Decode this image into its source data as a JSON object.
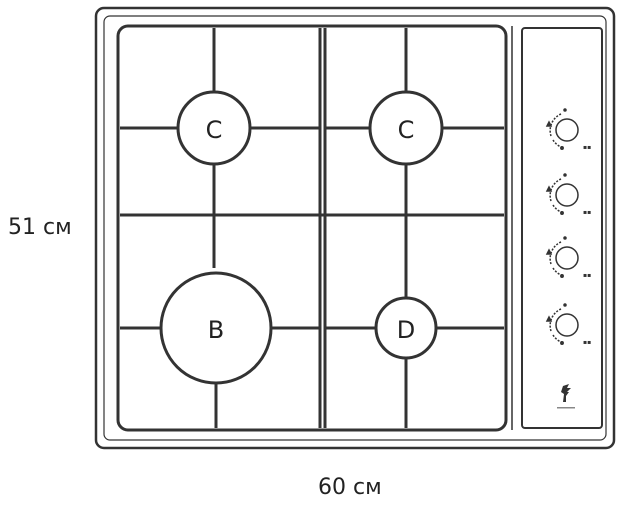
{
  "dimensions": {
    "depth": "51 см",
    "width": "60 см"
  },
  "burners": [
    {
      "id": "front-left-rear",
      "label": "C"
    },
    {
      "id": "right-rear",
      "label": "C"
    },
    {
      "id": "left-front",
      "label": "B"
    },
    {
      "id": "right-front",
      "label": "D"
    }
  ],
  "knob_count": 4
}
